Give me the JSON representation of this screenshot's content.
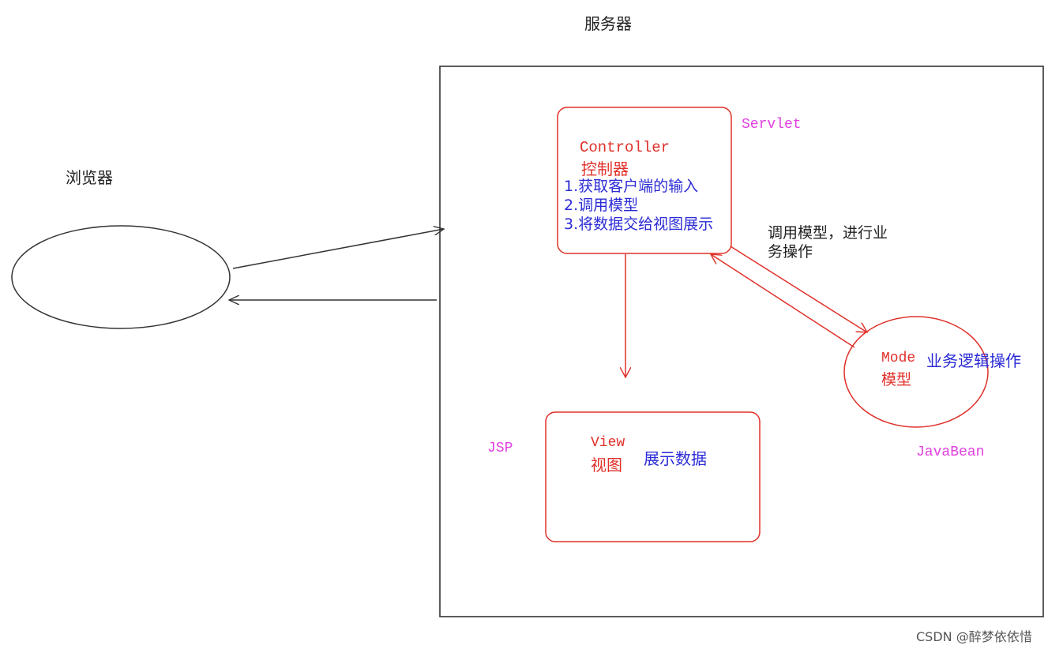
{
  "server": {
    "title": "服务器"
  },
  "browser": {
    "title": "浏览器"
  },
  "controller": {
    "name_en": "Controller",
    "name_cn": "控制器",
    "steps": [
      "1.获取客户端的输入",
      "2.调用模型",
      "3.将数据交给视图展示"
    ],
    "tech": "Servlet"
  },
  "model": {
    "name_en": "Mode",
    "name_cn": "模型",
    "desc": "业务逻辑操作",
    "tech": "JavaBean",
    "call_note_line1": "调用模型，进行业",
    "call_note_line2": "务操作"
  },
  "view": {
    "name_en": "View",
    "name_cn": "视图",
    "desc": "展示数据",
    "tech": "JSP"
  },
  "watermark": "CSDN @醉梦依依惜",
  "colors": {
    "red": "#e0302a",
    "blue": "#2b2bd6",
    "magenta": "#e040e0",
    "line": "#333333"
  }
}
